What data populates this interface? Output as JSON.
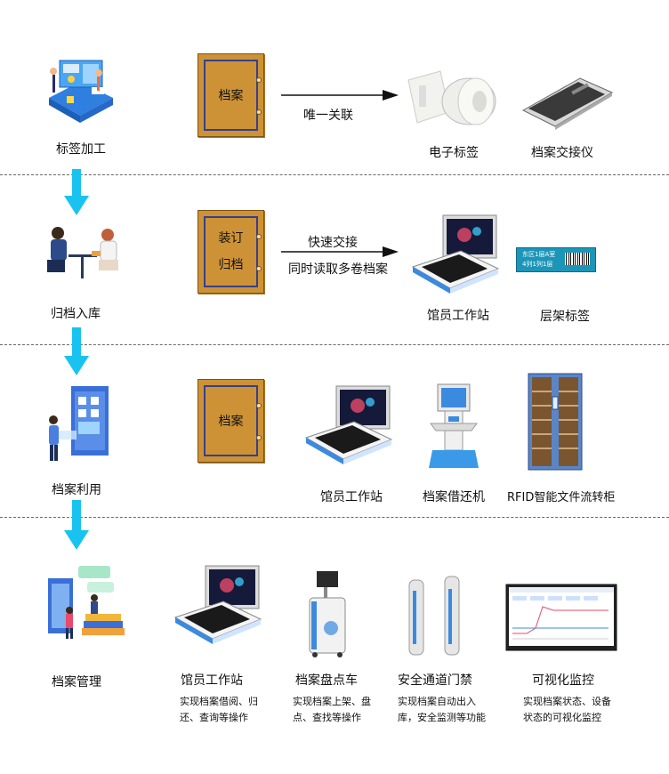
{
  "stages": [
    {
      "label": "标签加工"
    },
    {
      "label": "归档入库"
    },
    {
      "label": "档案利用"
    },
    {
      "label": "档案管理"
    }
  ],
  "folders": {
    "f1": [
      "档案"
    ],
    "f2": [
      "装订",
      "归档"
    ],
    "f3": [
      "档案"
    ]
  },
  "arrows": {
    "a1": [
      "唯一关联"
    ],
    "a2": [
      "快速交接",
      "同时读取多卷档案"
    ]
  },
  "devices": {
    "tag": "电子标签",
    "handover": "档案交接仪",
    "workstation": "馆员工作站",
    "shelf_tag": "层架标签",
    "shelf_tag_text": [
      "东区1层A室",
      "4列1列1层"
    ],
    "borrow": "档案借还机",
    "cabinet": "RFID智能文件流转柜",
    "cart": "档案盘点车",
    "gate": "安全通道门禁",
    "monitor": "可视化监控"
  },
  "descriptions": {
    "workstation": [
      "实现档案借阅、归",
      "还、查询等操作"
    ],
    "cart": [
      "实现档案上架、盘",
      "点、查找等操作"
    ],
    "gate": [
      "实现档案自动出入",
      "库，安全监测等功能"
    ],
    "monitor": [
      "实现档案状态、设备",
      "状态的可视化监控"
    ]
  },
  "colors": {
    "folder": "#cd9236",
    "folder_frame": "#34408c",
    "flow_arrow": "#19c3ef",
    "shelf_tag_bg": "#1c96b8"
  }
}
